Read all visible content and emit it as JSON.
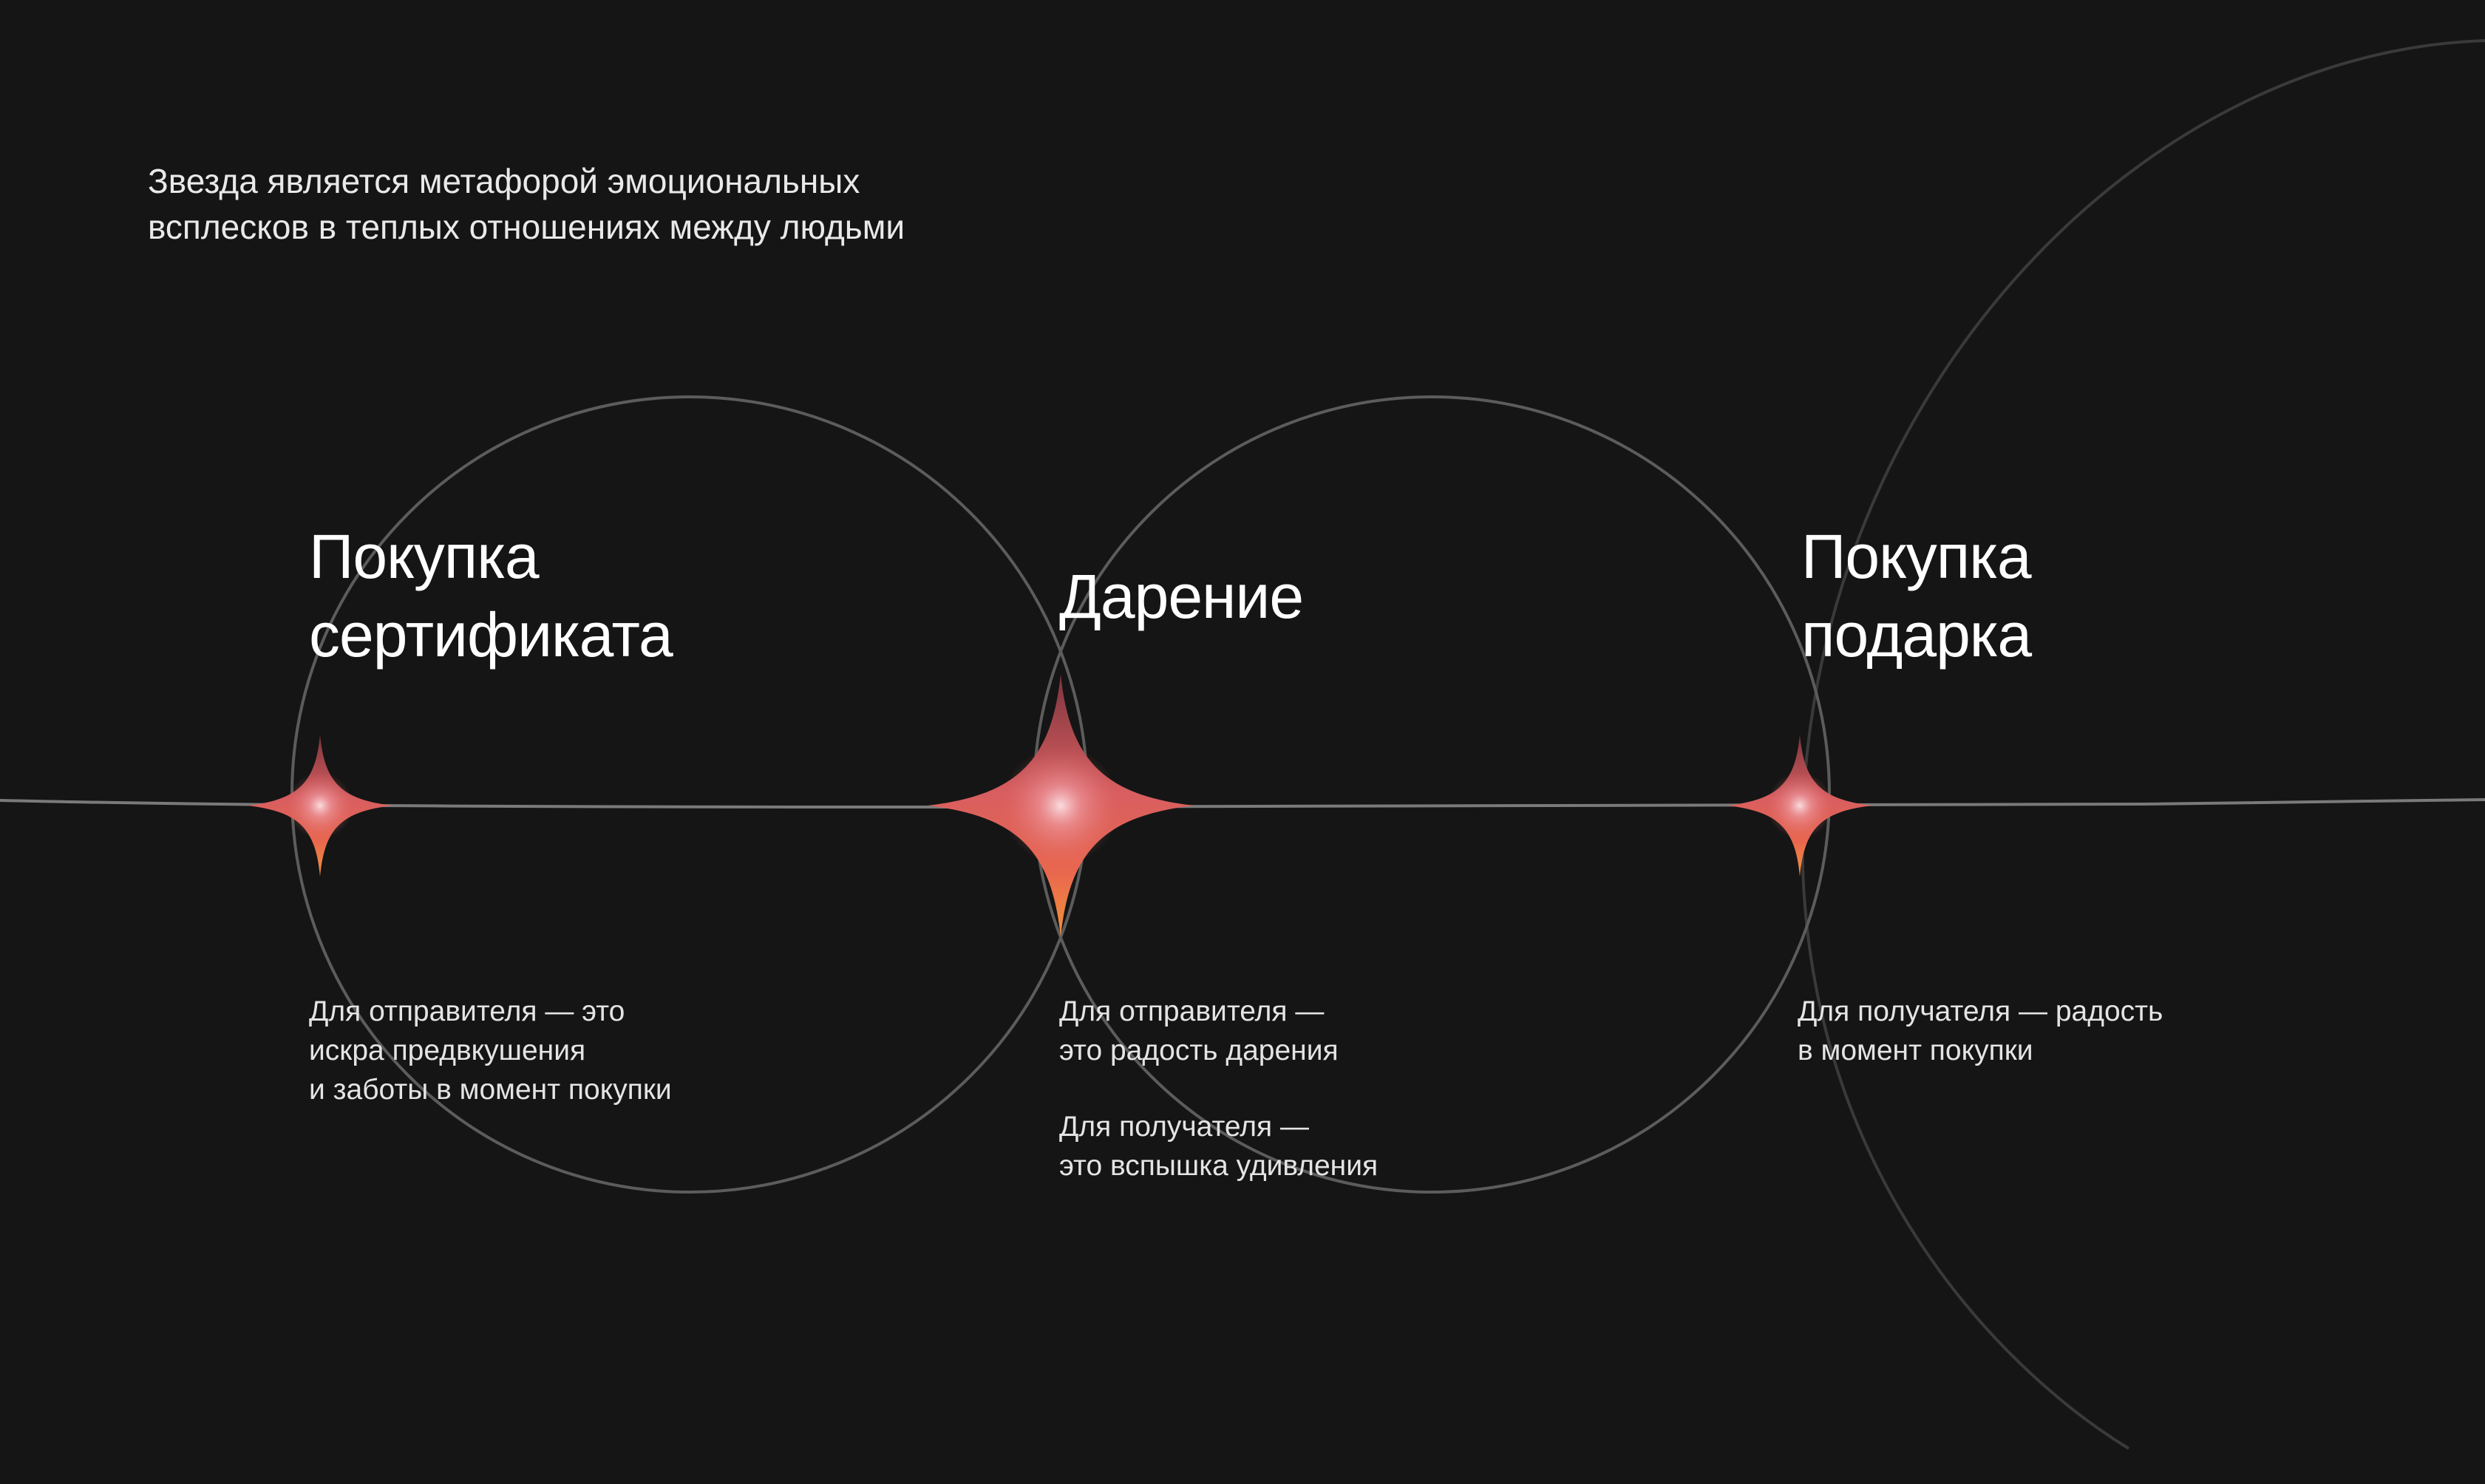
{
  "intro": {
    "line1": "Звезда является метафорой эмоциональных",
    "line2": "всплесков в теплых отношениях между людьми"
  },
  "stages": [
    {
      "title": [
        "Покупка",
        "сертификата"
      ],
      "description": [
        "Для отправителя — это",
        "искра предвкушения",
        "и заботы в момент покупки"
      ]
    },
    {
      "title": [
        "Дарение"
      ],
      "description": [
        "Для отправителя —",
        "это радость дарения"
      ],
      "description2": [
        "Для получателя —",
        "это вспышка удивления"
      ]
    },
    {
      "title": [
        "Покупка",
        "подарка"
      ],
      "description": [
        "Для получателя — радость",
        "в момент покупки"
      ]
    }
  ],
  "colors": {
    "background": "#151515",
    "line": "#6e6e6e",
    "star_top": "#8a3a43",
    "star_mid": "#e26a67",
    "star_bottom": "#f08a3a",
    "star_core": "#f6c9cc"
  },
  "icons": [
    "star-sparkle-icon"
  ]
}
